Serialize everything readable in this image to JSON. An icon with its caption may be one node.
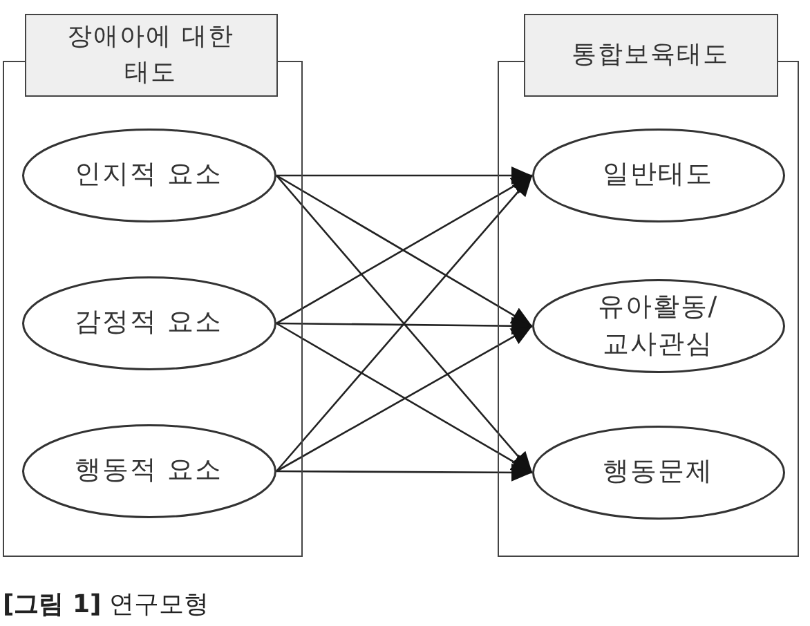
{
  "diagram": {
    "caption": "**[그림 1]** 연구모형",
    "nodes": [
      {
        "text": [
          "장애아에 대한 태도"
        ]
      },
      {
        "text": [
          "인지적 요소"
        ],
        "in": 0
      },
      {
        "text": [
          "감정적 요소"
        ],
        "in": 0
      },
      {
        "text": [
          "행동적 요소"
        ],
        "in": 0
      },
      {
        "text": [
          "통합보육태도"
        ]
      },
      {
        "text": [
          "일반태도"
        ],
        "in": 4
      },
      {
        "text": [
          "유아활동/ 교사관심"
        ],
        "in": 4
      },
      {
        "text": [
          "행동문제"
        ],
        "in": 4
      }
    ],
    "edges": [
      {
        "from": 1,
        "to": 5,
        "arrow": "to"
      },
      {
        "from": 1,
        "to": 6,
        "arrow": "to"
      },
      {
        "from": 1,
        "to": 7,
        "arrow": "to"
      },
      {
        "from": 2,
        "to": 5,
        "arrow": "to"
      },
      {
        "from": 2,
        "to": 6,
        "arrow": "to"
      },
      {
        "from": 2,
        "to": 7,
        "arrow": "to"
      },
      {
        "from": 3,
        "to": 5,
        "arrow": "to"
      },
      {
        "from": 3,
        "to": 6,
        "arrow": "to"
      },
      {
        "from": 3,
        "to": 7,
        "arrow": "to"
      }
    ]
  }
}
